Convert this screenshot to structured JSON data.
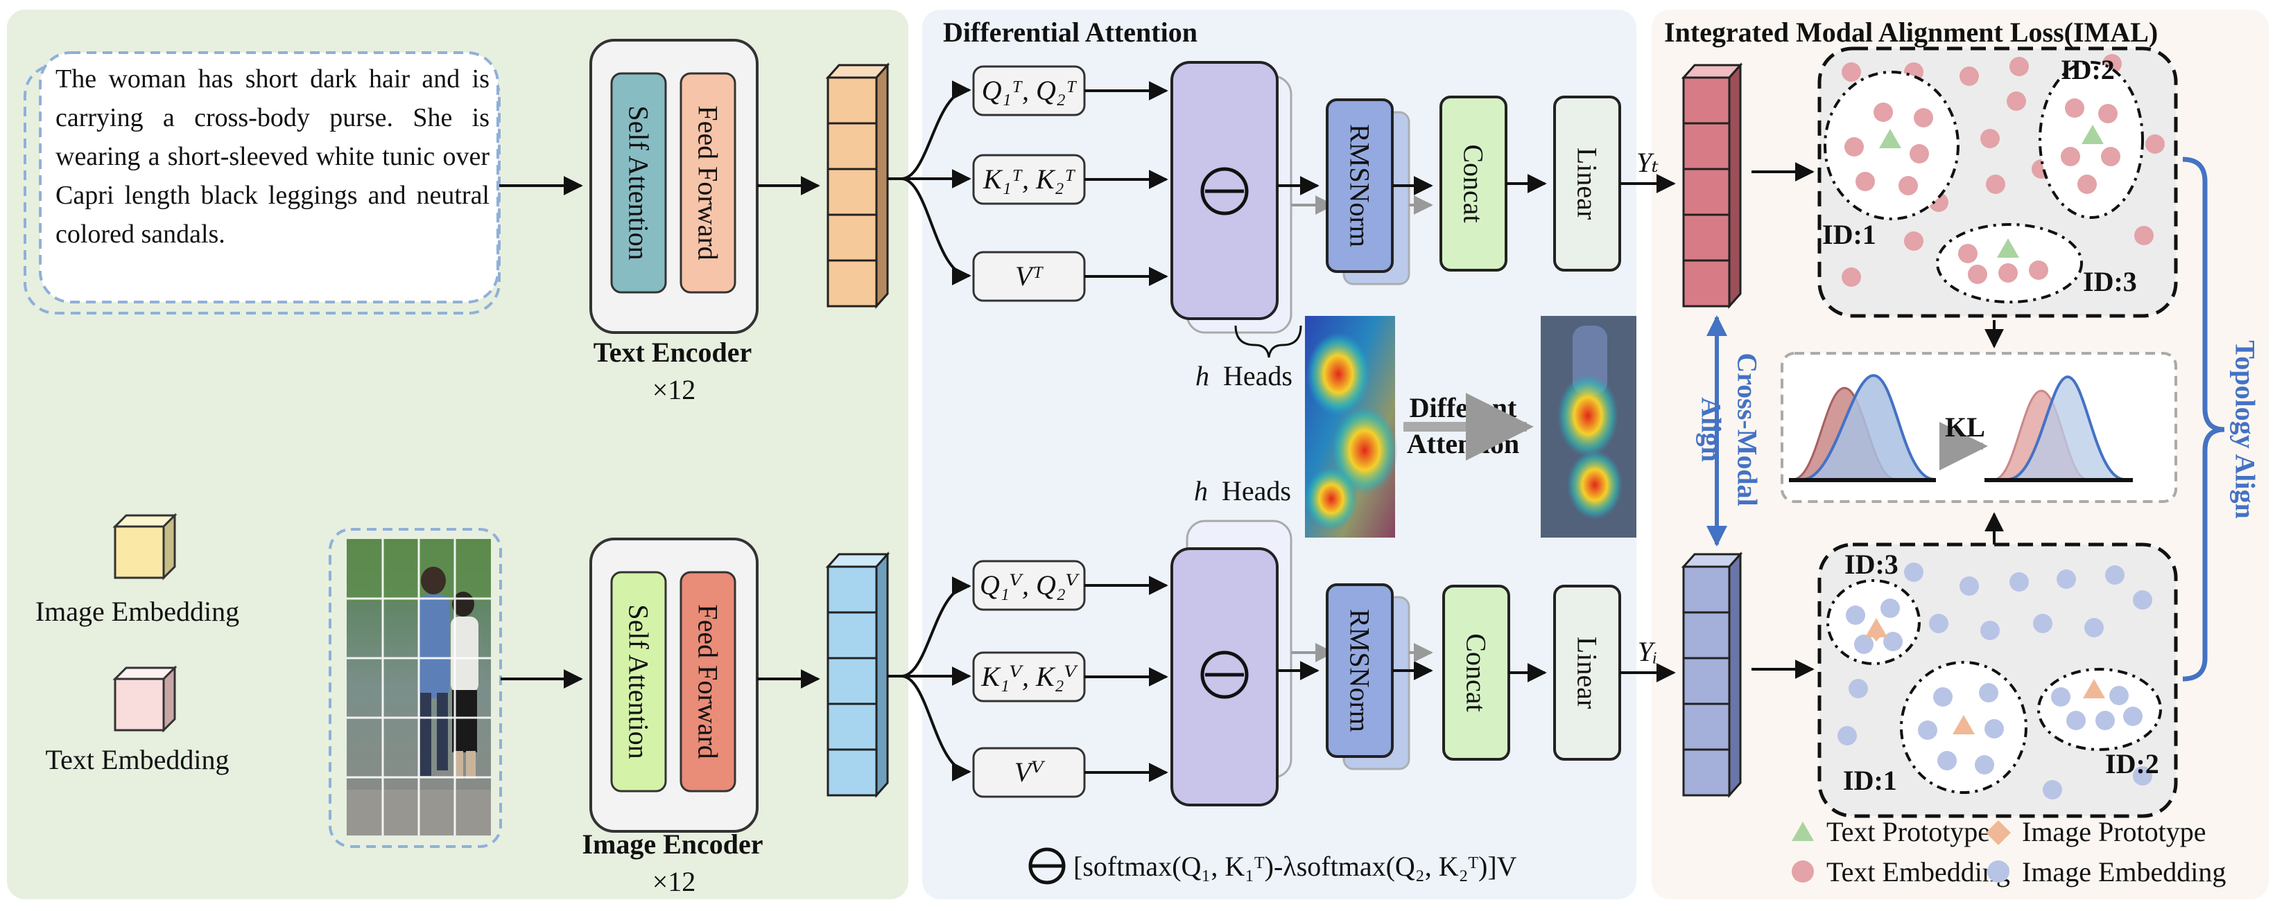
{
  "text_branch": {
    "description": "The woman has short dark hair and is carrying a cross-body purse. She is wearing a short-sleeved white tunic over Capri length black leggings and neutral colored sandals.",
    "encoder_title": "Text Encoder",
    "encoder_repeat": "×12",
    "self_attention": "Self Attention",
    "feed_forward": "Feed Forward"
  },
  "image_branch": {
    "encoder_title": "Image Encoder",
    "encoder_repeat": "×12",
    "self_attention": "Self Attention",
    "feed_forward": "Feed Forward"
  },
  "legend_left": {
    "image_embedding": "Image Embedding",
    "text_embedding": "Text Embedding"
  },
  "differential_attention": {
    "title": "Differential Attention",
    "heads_label": "Heads",
    "heads_symbol": "h",
    "rmsnorm": "RMSNorm",
    "concat": "Concat",
    "linear": "Linear",
    "different_attention_line1": "Different",
    "different_attention_line2": "Attention",
    "formula": "[softmax(Q₁, K₁ᵀ)-λsoftmax(Q₂, K₂ᵀ)]V",
    "text_q": "Q₁ᵀ, Q₂ᵀ",
    "text_k": "K₁ᵀ, K₂ᵀ",
    "text_v": "Vᵀ",
    "image_q": "Q₁ⱽ, Q₂ⱽ",
    "image_k": "K₁ⱽ, K₂ⱽ",
    "image_v": "Vⱽ",
    "yt": "Yₜ",
    "yi": "Yᵢ"
  },
  "imal": {
    "title": "Integrated Modal Alignment Loss(IMAL)",
    "cross_modal_line1": "Cross-Modal",
    "cross_modal_line2": "Align",
    "topology_align": "Topology Align",
    "kl": "KL",
    "text_ids": [
      "ID:1",
      "ID:2",
      "ID:3"
    ],
    "image_ids": [
      "ID:1",
      "ID:2",
      "ID:3"
    ],
    "legend": {
      "text_prototype": "Text Prototype",
      "image_prototype": "Image Prototype",
      "text_embedding": "Text Embedding",
      "image_embedding": "Image Embedding"
    }
  },
  "colors": {
    "left_panel_bg": "#e7efdf",
    "mid_panel_bg": "#edf3f9",
    "right_panel_bg": "#fbf6f1",
    "text_token": "#f5c99a",
    "image_token": "#a7d5f0",
    "text_feature": "#d77c86",
    "image_feature": "#a4afda",
    "self_attention_text": "#88bcc3",
    "feed_forward_text": "#f6c4a9",
    "self_attention_image": "#d4f3a8",
    "feed_forward_image": "#e98c78",
    "attention_block": "#c8c4ea",
    "rmsnorm": "#93a9e0",
    "concat": "#d6f2c5",
    "linear": "#eaf0ea",
    "align_blue": "#4472c4",
    "text_dot": "#e3a3a8",
    "image_dot": "#b8c4e6",
    "prototype_green": "#a9d4a0",
    "prototype_orange": "#f0b896"
  }
}
